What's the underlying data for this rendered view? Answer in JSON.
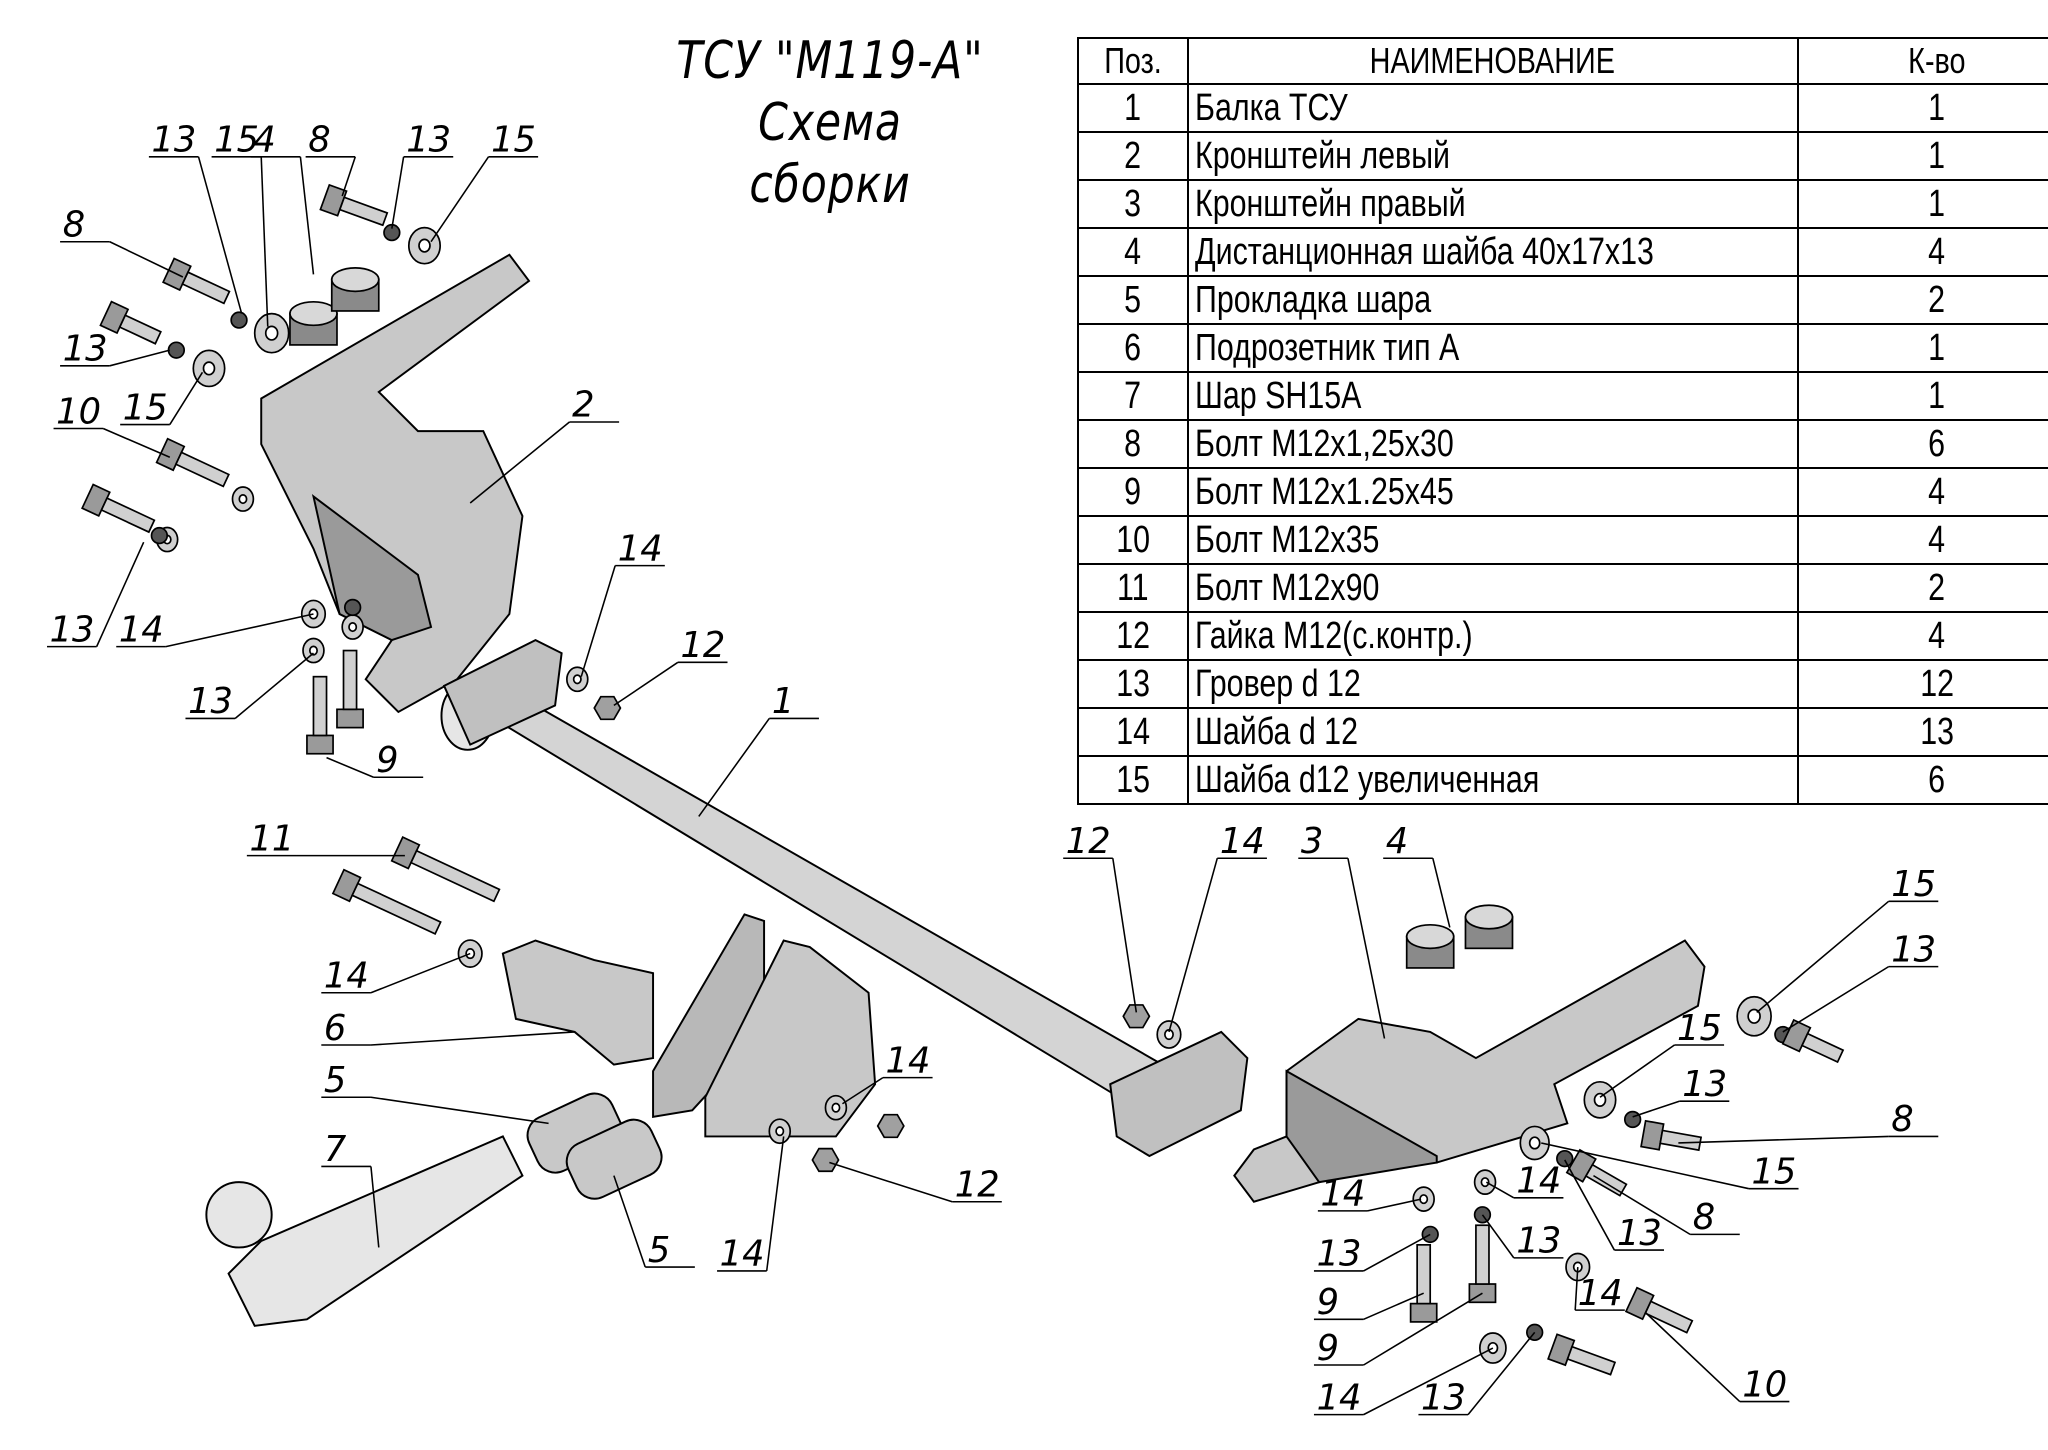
{
  "title": {
    "line1": "ТСУ \"М119-А\"",
    "line2": "Схема сборки"
  },
  "table": {
    "headers": {
      "pos": "Поз.",
      "name": "НАИМЕНОВАНИЕ",
      "qty": "К-во"
    },
    "rows": [
      {
        "pos": "1",
        "name": "Балка ТСУ",
        "qty": "1"
      },
      {
        "pos": "2",
        "name": "Кронштейн левый",
        "qty": "1"
      },
      {
        "pos": "3",
        "name": "Кронштейн правый",
        "qty": "1"
      },
      {
        "pos": "4",
        "name": "Дистанционная шайба 40х17х13",
        "qty": "4"
      },
      {
        "pos": "5",
        "name": "Прокладка шара",
        "qty": "2"
      },
      {
        "pos": "6",
        "name": "Подрозетник тип А",
        "qty": "1"
      },
      {
        "pos": "7",
        "name": "Шар SH15A",
        "qty": "1"
      },
      {
        "pos": "8",
        "name": "Болт М12х1,25х30",
        "qty": "6"
      },
      {
        "pos": "9",
        "name": "Болт М12х1.25х45",
        "qty": "4"
      },
      {
        "pos": "10",
        "name": "Болт М12х35",
        "qty": "4"
      },
      {
        "pos": "11",
        "name": "Болт М12х90",
        "qty": "2"
      },
      {
        "pos": "12",
        "name": "Гайка М12(с.контр.)",
        "qty": "4"
      },
      {
        "pos": "13",
        "name": "Гровер d 12",
        "qty": "12"
      },
      {
        "pos": "14",
        "name": "Шайба d 12",
        "qty": "13"
      },
      {
        "pos": "15",
        "name": "Шайба d12 увеличенная",
        "qty": "6"
      }
    ]
  },
  "callouts": [
    "13",
    "15",
    "4",
    "8",
    "13",
    "15",
    "8",
    "13",
    "15",
    "10",
    "2",
    "13",
    "14",
    "13",
    "9",
    "14",
    "12",
    "1",
    "11",
    "14",
    "6",
    "5",
    "7",
    "5",
    "14",
    "14",
    "12",
    "12",
    "14",
    "3",
    "4",
    "15",
    "13",
    "15",
    "13",
    "8",
    "15",
    "14",
    "14",
    "13",
    "13",
    "13",
    "8",
    "9",
    "9",
    "14",
    "14",
    "13",
    "10"
  ],
  "colors": {
    "part_fill": "#c8c8c8",
    "part_dark": "#8a8a8a",
    "line": "#000000"
  }
}
